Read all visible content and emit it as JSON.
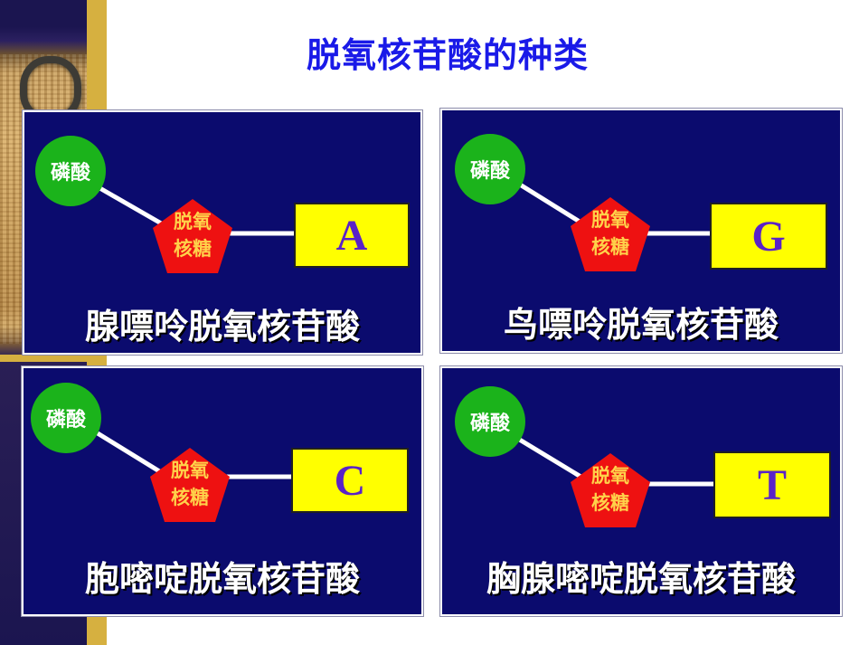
{
  "title": "脱氧核苷酸的种类",
  "common": {
    "phosphate_label": "磷酸",
    "sugar_line1": "脱氧",
    "sugar_line2": "核糖"
  },
  "panels": [
    {
      "base": "A",
      "name": "腺嘌呤脱氧核苷酸"
    },
    {
      "base": "G",
      "name": "鸟嘌呤脱氧核苷酸"
    },
    {
      "base": "C",
      "name": "胞嘧啶脱氧核苷酸"
    },
    {
      "base": "T",
      "name": "胸腺嘧啶脱氧核苷酸"
    }
  ],
  "colors": {
    "panel_bg": "#0b0b6e",
    "title": "#1a1ae8",
    "phosphate": "#1bb31b",
    "sugar": "#ee1111",
    "sugar_text": "#ffd24a",
    "base_box": "#ffff00",
    "base_letter": "#5a22c8"
  },
  "icons": {
    "decoration": "door-knocker-ring"
  }
}
